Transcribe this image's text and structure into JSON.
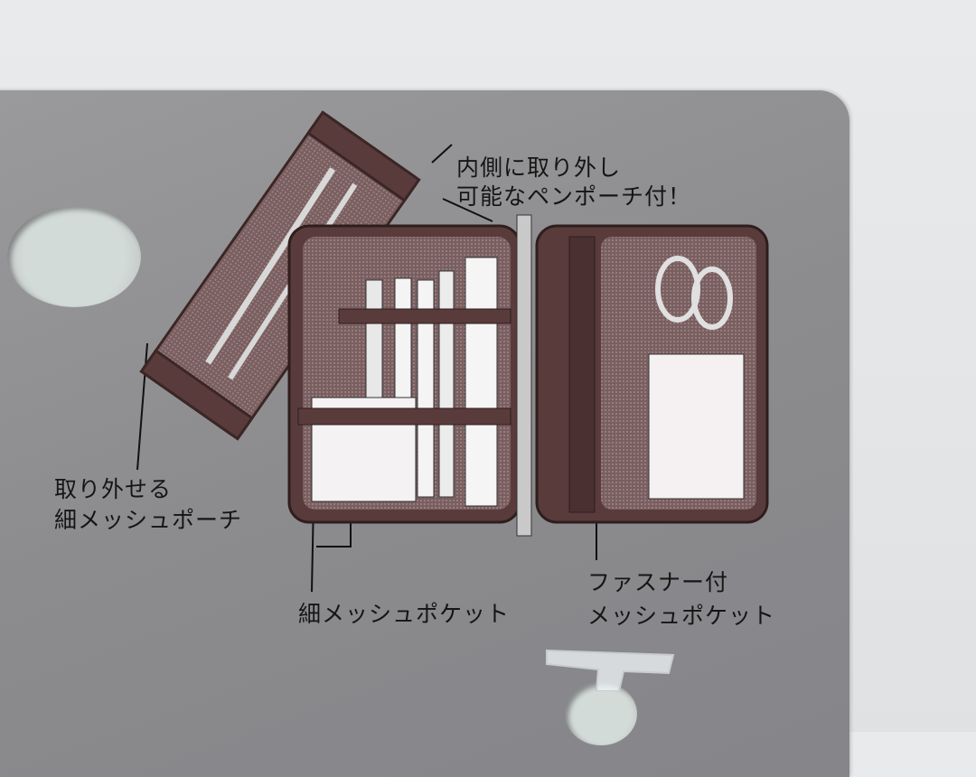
{
  "headline": {
    "line1": "内側に取り外し",
    "line2": "可能なペンポーチ付！"
  },
  "labels": {
    "removable_pouch": {
      "line1": "取り外せる",
      "line2": "細メッシュポーチ"
    },
    "mesh_pocket": "細メッシュポケット",
    "zip_pocket": {
      "line1": "ファスナー付",
      "line2": "メッシュポケット"
    }
  },
  "colors": {
    "card": "#8e8e90",
    "pouch": "#5a3b3b",
    "mesh": "#7a5f60",
    "background": "#e6e7e9"
  }
}
